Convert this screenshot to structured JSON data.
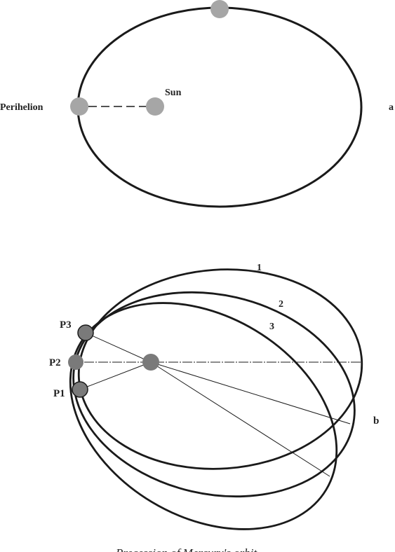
{
  "figure_a": {
    "label": "a",
    "perihelion_label": "Perihelion",
    "sun_label": "Sun"
  },
  "figure_b": {
    "label": "b",
    "orbit_labels": [
      "1",
      "2",
      "3"
    ],
    "perihelion_labels": [
      "P3",
      "P2",
      "P1"
    ]
  },
  "caption": "Precession of Mercury's orbit",
  "colors": {
    "orbit": "#1a1a1a",
    "body_light": "#a6a6a6",
    "body_dark": "#7a7a7a",
    "text": "#222222"
  }
}
